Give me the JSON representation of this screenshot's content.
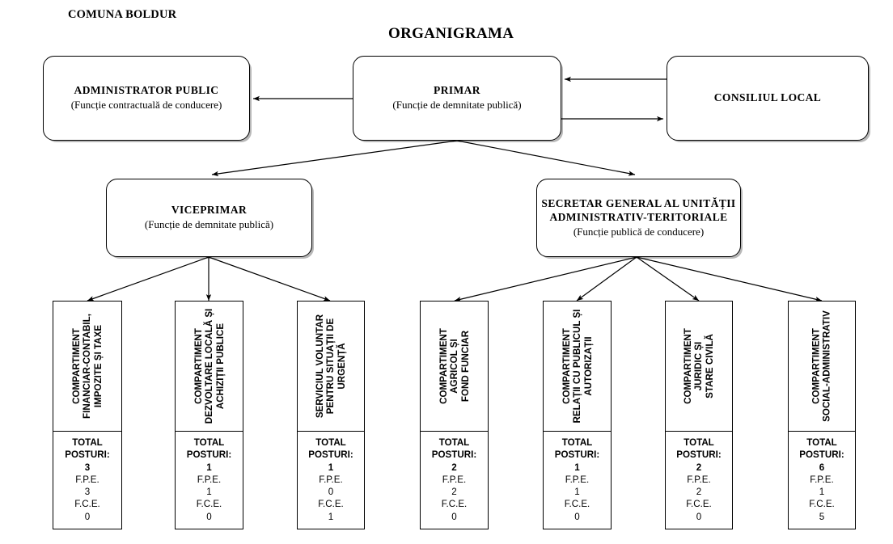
{
  "page": {
    "comuna_label": "COMUNA BOLDUR",
    "title": "ORGANIGRAMA"
  },
  "boxes": {
    "administrator": {
      "title": "ADMINISTRATOR PUBLIC",
      "subtitle": "(Funcție contractuală de conducere)"
    },
    "primar": {
      "title": "PRIMAR",
      "subtitle": "(Funcție de demnitate publică)"
    },
    "consiliu": {
      "title": "CONSILIUL LOCAL",
      "subtitle": ""
    },
    "viceprimar": {
      "title": "VICEPRIMAR",
      "subtitle": "(Funcție de demnitate publică)"
    },
    "secretar": {
      "title_line1": "SECRETAR GENERAL AL UNITĂȚII",
      "title_line2": "ADMINISTRATIV-TERITORIALE",
      "subtitle": "(Funcție publică de conducere)"
    }
  },
  "totals_labels": {
    "total": "TOTAL",
    "posturi": "POSTURI:",
    "fpe": "F.P.E.",
    "fce": "F.C.E."
  },
  "departments": [
    {
      "name_lines": [
        "COMPARTIMENT",
        "FINANCIAR-CONTABIL,",
        "IMPOZITE ȘI TAXE"
      ],
      "total": "3",
      "fpe": "3",
      "fce": "0"
    },
    {
      "name_lines": [
        "COMPARTIMENT",
        "DEZVOLTARE LOCALĂ ȘI",
        "ACHIZIȚII PUBLICE"
      ],
      "total": "1",
      "fpe": "1",
      "fce": "0"
    },
    {
      "name_lines": [
        "SERVICIUL VOLUNTAR",
        "PENTRU SITUAȚII DE",
        "URGENȚĂ"
      ],
      "total": "1",
      "fpe": "0",
      "fce": "1"
    },
    {
      "name_lines": [
        "COMPARTIMENT",
        "AGRICOL ȘI",
        "FOND FUNCIAR"
      ],
      "total": "2",
      "fpe": "2",
      "fce": "0"
    },
    {
      "name_lines": [
        "COMPARTIMENT",
        "RELAȚII CU PUBLICUL ȘI",
        "AUTORIZAȚII"
      ],
      "total": "1",
      "fpe": "1",
      "fce": "0"
    },
    {
      "name_lines": [
        "COMPARTIMENT",
        "JURIDIC ȘI",
        "STARE CIVILĂ"
      ],
      "total": "2",
      "fpe": "2",
      "fce": "0"
    },
    {
      "name_lines": [
        "COMPARTIMENT",
        "SOCIAL-ADMINISTRATIV"
      ],
      "total": "6",
      "fpe": "1",
      "fce": "5"
    }
  ],
  "colors": {
    "line": "#000000",
    "box_border": "#000000",
    "background": "#ffffff",
    "shadow": "rgba(0,0,0,0.28)"
  }
}
